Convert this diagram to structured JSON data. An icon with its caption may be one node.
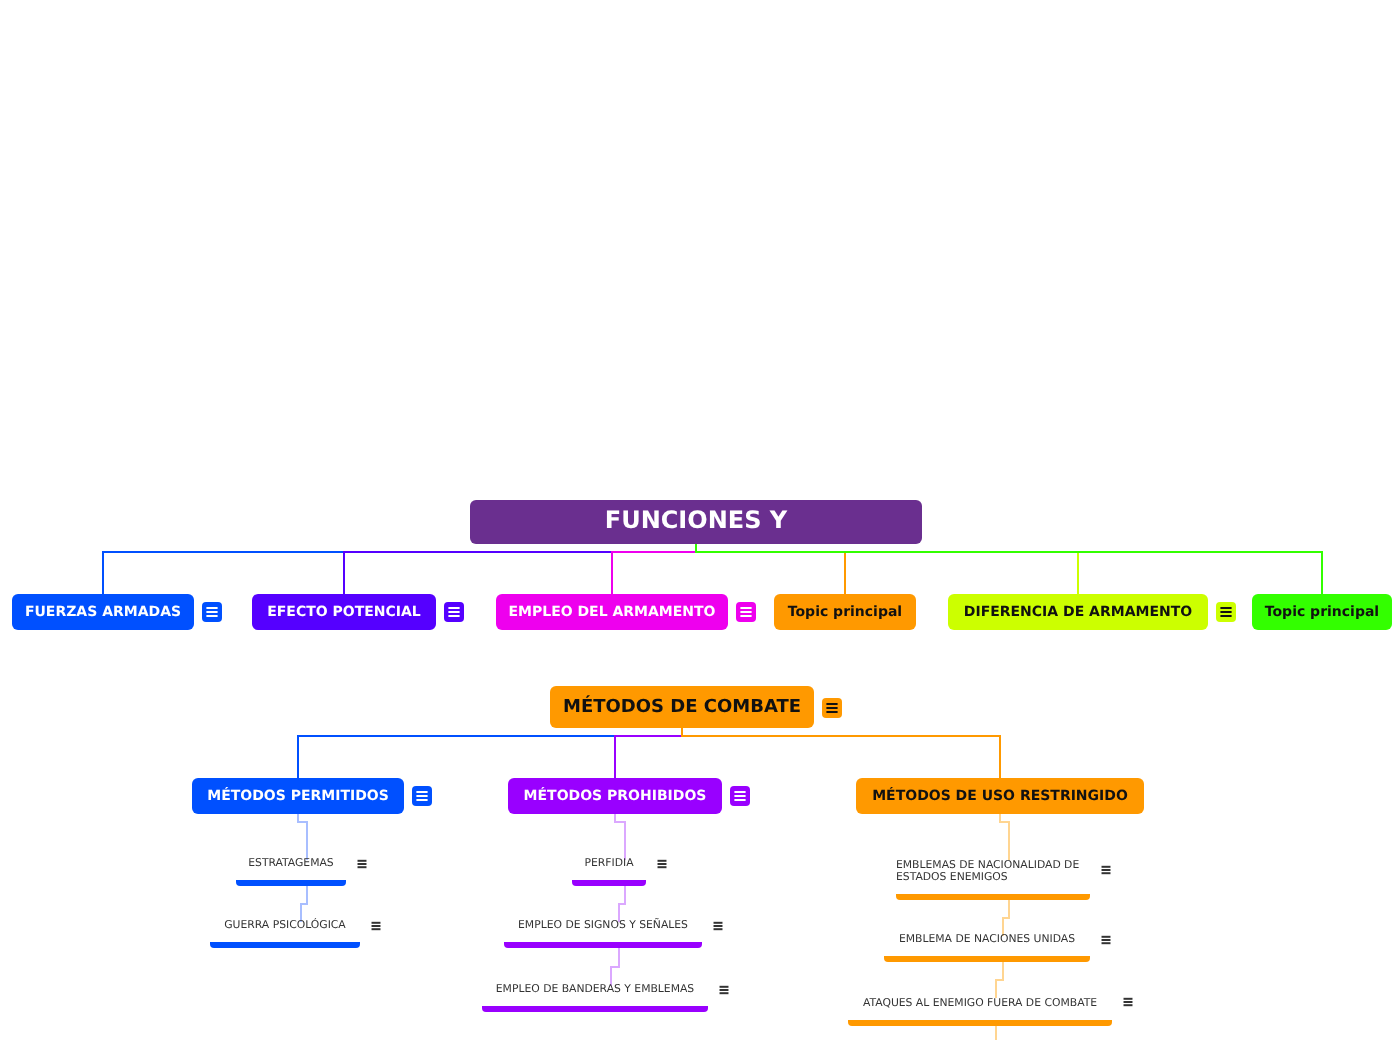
{
  "diagram": {
    "nodes": [
      {
        "text": [
          "FUNCIONES Y"
        ]
      },
      {
        "text": [
          "FUERZAS ARMADAS"
        ]
      },
      {
        "text": [
          "EFECTO POTENCIAL"
        ]
      },
      {
        "text": [
          "EMPLEO DEL ARMAMENTO"
        ]
      },
      {
        "text": [
          "Topic principal"
        ]
      },
      {
        "text": [
          "DIFERENCIA DE ARMAMENTO"
        ]
      },
      {
        "text": [
          "Topic principal"
        ]
      },
      {
        "text": [
          "MÉTODOS DE COMBATE"
        ]
      },
      {
        "text": [
          "MÉTODOS PERMITIDOS"
        ]
      },
      {
        "text": [
          "MÉTODOS PROHIBIDOS"
        ]
      },
      {
        "text": [
          "MÉTODOS DE USO RESTRINGIDO"
        ]
      },
      {
        "text": [
          "ESTRATAGEMAS"
        ]
      },
      {
        "text": [
          "GUERRA PSICOLÓGICA"
        ]
      },
      {
        "text": [
          "PERFIDIA"
        ]
      },
      {
        "text": [
          "EMPLEO DE SIGNOS Y SEÑALES"
        ]
      },
      {
        "text": [
          "EMPLEO DE BANDERAS Y EMBLEMAS"
        ]
      },
      {
        "text": [
          "EMBLEMAS DE NACIONALIDAD DE ESTADOS ENEMIGOS"
        ]
      },
      {
        "text": [
          "EMBLEMA DE NACIONES UNIDAS"
        ]
      },
      {
        "text": [
          "ATAQUES AL ENEMIGO FUERA DE COMBATE"
        ]
      }
    ],
    "edges": [
      {
        "from": 0,
        "to": 1,
        "arrow": "none",
        "color": "#0050ff"
      },
      {
        "from": 0,
        "to": 2,
        "arrow": "none",
        "color": "#5500ff"
      },
      {
        "from": 0,
        "to": 3,
        "arrow": "none",
        "color": "#ee00ee"
      },
      {
        "from": 0,
        "to": 4,
        "arrow": "none",
        "color": "#ff9900"
      },
      {
        "from": 0,
        "to": 5,
        "arrow": "none",
        "color": "#ccff00"
      },
      {
        "from": 0,
        "to": 6,
        "arrow": "none",
        "color": "#33ff00"
      },
      {
        "from": 7,
        "to": 8,
        "arrow": "none",
        "color": "#0050ff"
      },
      {
        "from": 7,
        "to": 9,
        "arrow": "none",
        "color": "#9900ff"
      },
      {
        "from": 7,
        "to": 10,
        "arrow": "none",
        "color": "#ff9900"
      },
      {
        "from": 8,
        "to": 11,
        "arrow": "none",
        "color": "#a8beff"
      },
      {
        "from": 11,
        "to": 12,
        "arrow": "none",
        "color": "#a8beff"
      },
      {
        "from": 9,
        "to": 13,
        "arrow": "none",
        "color": "#dba8ff"
      },
      {
        "from": 13,
        "to": 14,
        "arrow": "none",
        "color": "#dba8ff"
      },
      {
        "from": 14,
        "to": 15,
        "arrow": "none",
        "color": "#dba8ff"
      },
      {
        "from": 10,
        "to": 16,
        "arrow": "none",
        "color": "#ffd591"
      },
      {
        "from": 16,
        "to": 17,
        "arrow": "none",
        "color": "#ffd591"
      },
      {
        "from": 17,
        "to": 18,
        "arrow": "none",
        "color": "#ffd591"
      },
      {
        "from": 18,
        "to": null,
        "arrow": "none",
        "color": "#ffd591"
      }
    ]
  }
}
